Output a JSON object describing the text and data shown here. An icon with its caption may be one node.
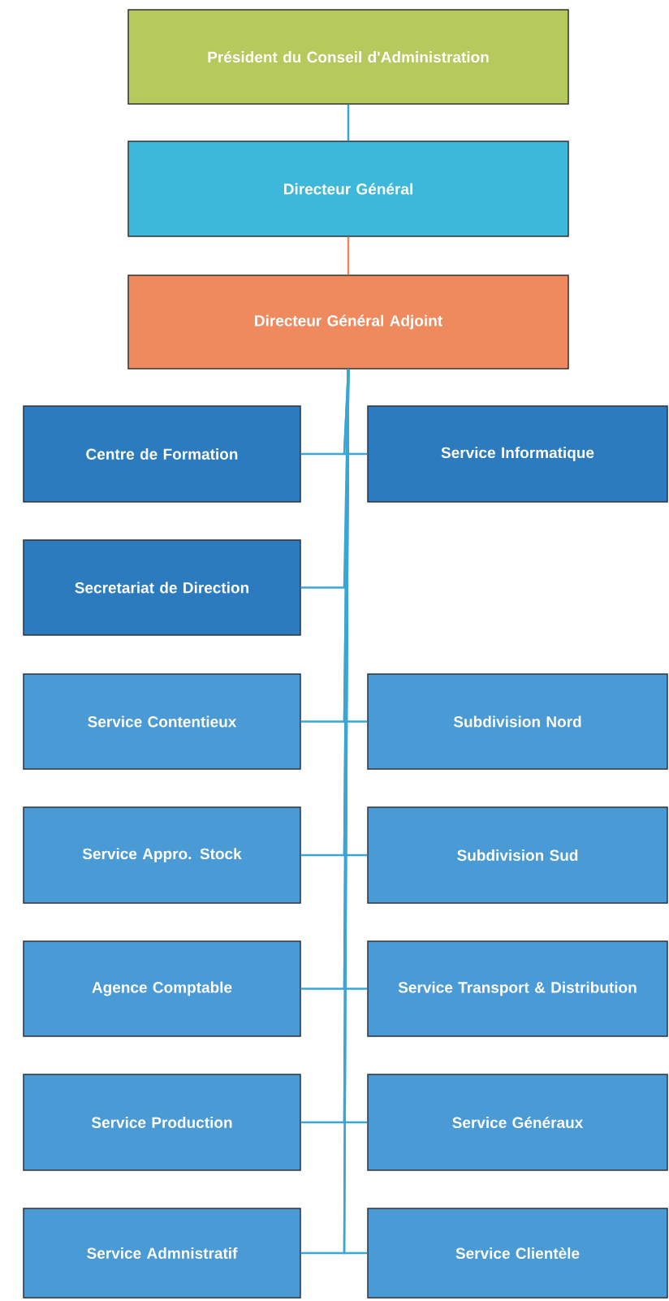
{
  "diagram": {
    "nodes": [
      {
        "text": [
          "Président du Conseil d'Administration"
        ]
      },
      {
        "text": [
          "Directeur Général"
        ]
      },
      {
        "text": [
          "Directeur Général Adjoint"
        ]
      },
      {
        "text": [
          "Centre de Formation"
        ]
      },
      {
        "text": [
          "Service Informatique"
        ]
      },
      {
        "text": [
          "Secretariat de Direction"
        ]
      },
      {
        "text": [
          "Service Contentieux"
        ]
      },
      {
        "text": [
          "Subdivision Nord"
        ]
      },
      {
        "text": [
          "Service Appro. Stock"
        ]
      },
      {
        "text": [
          "Subdivision Sud"
        ]
      },
      {
        "text": [
          "Agence Comptable"
        ]
      },
      {
        "text": [
          "Service Transport & Distribution"
        ]
      },
      {
        "text": [
          "Service Production"
        ]
      },
      {
        "text": [
          "Service Généraux"
        ]
      },
      {
        "text": [
          "Service Admnistratif"
        ]
      },
      {
        "text": [
          "Service Clientèle"
        ]
      }
    ],
    "edges": [
      {
        "from": 0,
        "to": 1,
        "arrow": "none",
        "color": "#3aa6d4"
      },
      {
        "from": 1,
        "to": 2,
        "arrow": "none",
        "color": "#f08a5c"
      },
      {
        "from": 2,
        "to": 3,
        "arrow": "none",
        "color": "#3aa6d4"
      },
      {
        "from": 2,
        "to": 4,
        "arrow": "none",
        "color": "#3aa6d4"
      },
      {
        "from": 2,
        "to": 5,
        "arrow": "none",
        "color": "#3aa6d4"
      },
      {
        "from": 2,
        "to": 6,
        "arrow": "none",
        "color": "#3aa6d4"
      },
      {
        "from": 2,
        "to": 7,
        "arrow": "none",
        "color": "#3aa6d4"
      },
      {
        "from": 2,
        "to": 8,
        "arrow": "none",
        "color": "#3aa6d4"
      },
      {
        "from": 2,
        "to": 9,
        "arrow": "none",
        "color": "#3aa6d4"
      },
      {
        "from": 2,
        "to": 10,
        "arrow": "none",
        "color": "#3aa6d4"
      },
      {
        "from": 2,
        "to": 11,
        "arrow": "none",
        "color": "#3aa6d4"
      },
      {
        "from": 2,
        "to": 12,
        "arrow": "none",
        "color": "#3aa6d4"
      },
      {
        "from": 2,
        "to": 13,
        "arrow": "none",
        "color": "#3aa6d4"
      },
      {
        "from": 2,
        "to": 14,
        "arrow": "none",
        "color": "#3aa6d4"
      },
      {
        "from": 2,
        "to": 15,
        "arrow": "none",
        "color": "#3aa6d4"
      }
    ]
  }
}
